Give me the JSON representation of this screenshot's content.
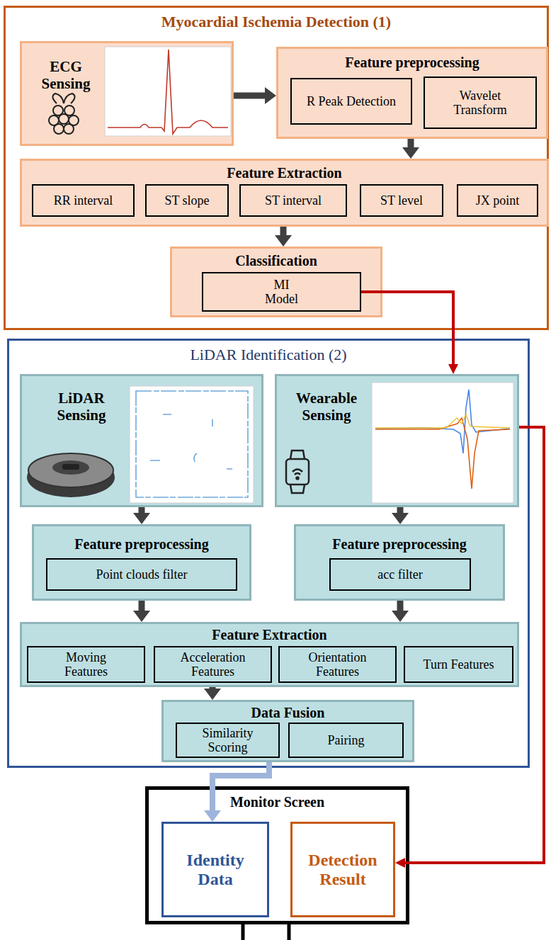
{
  "diagram": {
    "nodes": [
      {
        "text": [
          "Myocardial Ischemia Detection (1)"
        ]
      },
      {
        "text": [
          "ECG Sensing"
        ],
        "in": 0
      },
      {
        "text": [
          "Feature preprocessing"
        ],
        "in": 0
      },
      {
        "text": [
          "R Peak Detection"
        ],
        "in": 2
      },
      {
        "text": [
          "Wavelet Transform"
        ],
        "in": 2
      },
      {
        "text": [
          "Feature Extraction"
        ],
        "in": 0
      },
      {
        "text": [
          "RR interval"
        ],
        "in": 5
      },
      {
        "text": [
          "ST slope"
        ],
        "in": 5
      },
      {
        "text": [
          "ST interval"
        ],
        "in": 5
      },
      {
        "text": [
          "ST level"
        ],
        "in": 5
      },
      {
        "text": [
          "JX point"
        ],
        "in": 5
      },
      {
        "text": [
          "Classification"
        ],
        "in": 0
      },
      {
        "text": [
          "MI Model"
        ],
        "in": 11
      },
      {
        "text": [
          "LiDAR Identification (2)"
        ]
      },
      {
        "text": [
          "LiDAR Sensing"
        ],
        "in": 13
      },
      {
        "text": [
          "Wearable Sensing"
        ],
        "in": 13
      },
      {
        "text": [
          "Feature preprocessing"
        ],
        "in": 13
      },
      {
        "text": [
          "Point clouds filter"
        ],
        "in": 16
      },
      {
        "text": [
          "Feature preprocessing"
        ],
        "in": 13
      },
      {
        "text": [
          "acc filter"
        ],
        "in": 18
      },
      {
        "text": [
          "Feature Extraction"
        ],
        "in": 13
      },
      {
        "text": [
          "Moving Features"
        ],
        "in": 20
      },
      {
        "text": [
          "Acceleration Features"
        ],
        "in": 20
      },
      {
        "text": [
          "Orientation Features"
        ],
        "in": 20
      },
      {
        "text": [
          "Turn Features"
        ],
        "in": 20
      },
      {
        "text": [
          "Data Fusion"
        ],
        "in": 13
      },
      {
        "text": [
          "Similarity Scoring"
        ],
        "in": 25
      },
      {
        "text": [
          "Pairing"
        ],
        "in": 25
      },
      {
        "text": [
          "Monitor Screen"
        ]
      },
      {
        "text": [
          "Identity Data"
        ],
        "in": 28
      },
      {
        "text": [
          "Detection Result"
        ],
        "in": 28
      }
    ],
    "edges": [
      {
        "from": 1,
        "to": 2,
        "arrow": "to"
      },
      {
        "from": 2,
        "to": 5,
        "arrow": "to"
      },
      {
        "from": 5,
        "to": 11,
        "arrow": "to"
      },
      {
        "from": 12,
        "to": 15,
        "arrow": "to"
      },
      {
        "from": 14,
        "to": 16,
        "arrow": "to"
      },
      {
        "from": 15,
        "to": 18,
        "arrow": "to"
      },
      {
        "from": 16,
        "to": 20,
        "arrow": "to"
      },
      {
        "from": 18,
        "to": 20,
        "arrow": "to"
      },
      {
        "from": 20,
        "to": 25,
        "arrow": "to"
      },
      {
        "from": 25,
        "to": 29,
        "arrow": "to"
      },
      {
        "from": 15,
        "to": 30,
        "arrow": "to"
      }
    ]
  }
}
